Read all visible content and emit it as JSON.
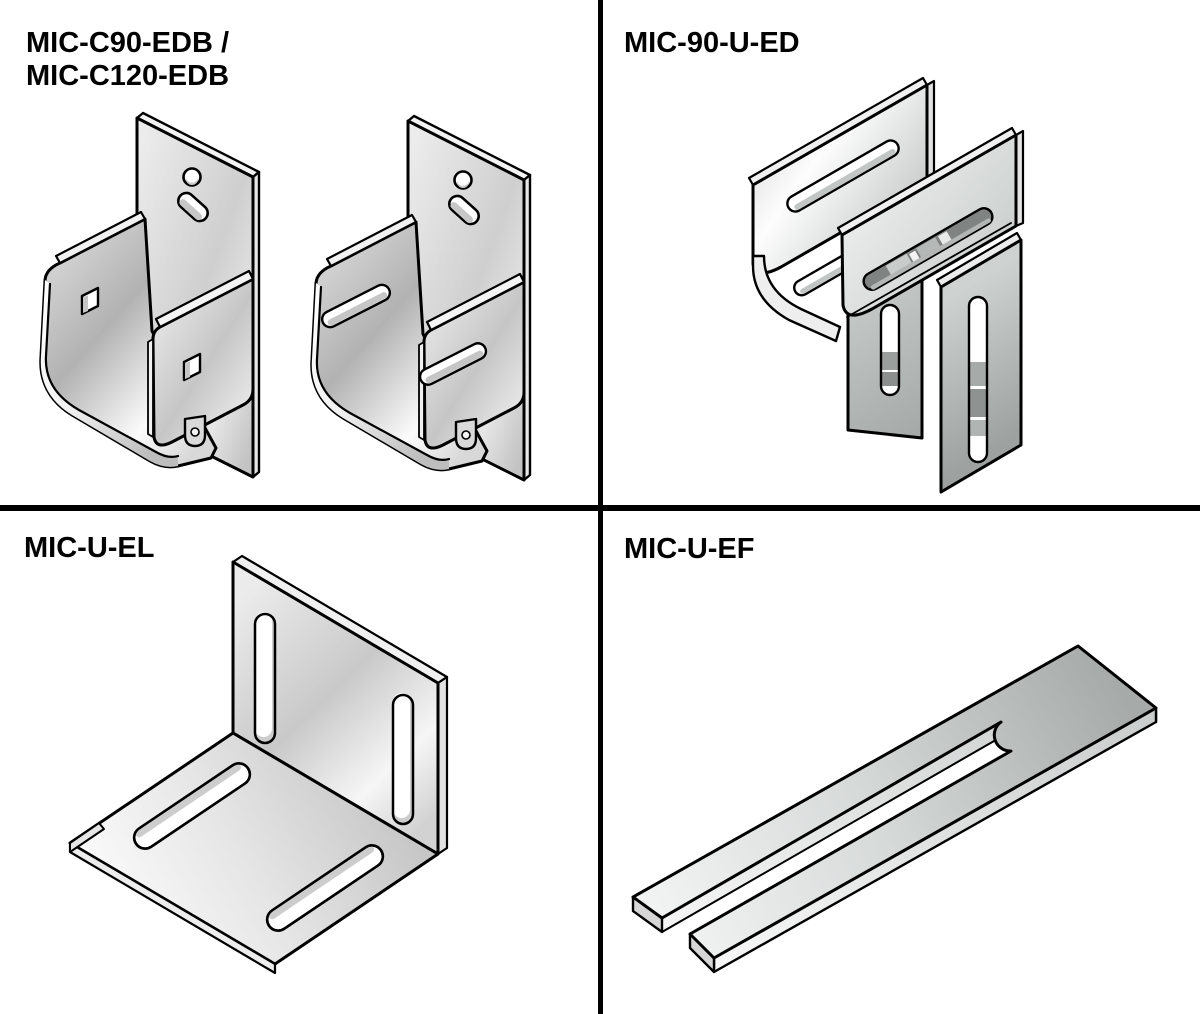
{
  "page": {
    "background": "#ffffff",
    "divider_color": "#000000"
  },
  "colors": {
    "outline": "#000000",
    "metal_light": "#f2f2f2",
    "metal_mid": "#cccccc",
    "metal_dark": "#9fa3a2",
    "hole_fill": "#ffffff"
  },
  "cells": [
    {
      "id": "top-left",
      "label_lines": [
        "MIC-C90-EDB /",
        "MIC-C120-EDB"
      ],
      "illustration": "mic-c90-edb-and-mic-c120-edb-brackets"
    },
    {
      "id": "top-right",
      "label_lines": [
        "MIC-90-U-ED"
      ],
      "illustration": "mic-90-u-ed-connector"
    },
    {
      "id": "bottom-left",
      "label_lines": [
        "MIC-U-EL"
      ],
      "illustration": "mic-u-el-angle-bracket"
    },
    {
      "id": "bottom-right",
      "label_lines": [
        "MIC-U-EF"
      ],
      "illustration": "mic-u-ef-fork-shim-plate"
    }
  ]
}
